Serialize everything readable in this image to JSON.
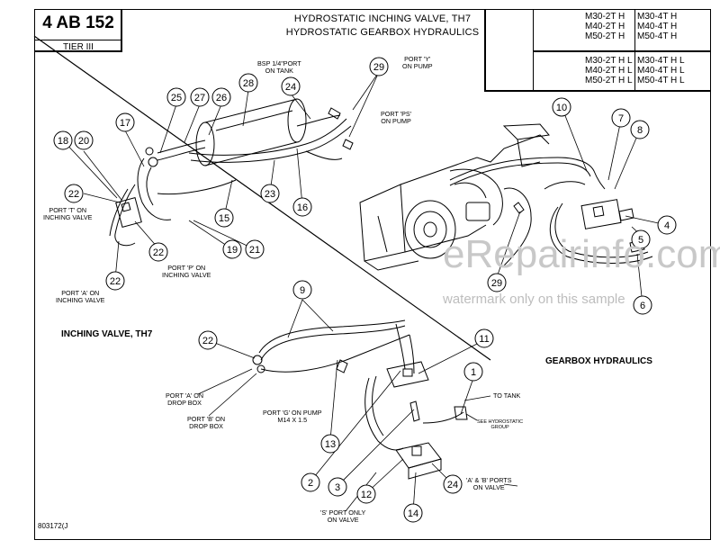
{
  "page": {
    "code": "4 AB 152",
    "tier": "TIER III",
    "title_line1": "HYDROSTATIC INCHING VALVE, TH7",
    "title_line2": "HYDROSTATIC GEARBOX HYDRAULICS",
    "figure_id": "803172(J"
  },
  "models": {
    "upper_left": [
      "M30-2T H",
      "M40-2T H",
      "M50-2T H"
    ],
    "upper_right": [
      "M30-4T H",
      "M40-4T H",
      "M50-4T H"
    ],
    "lower_left": [
      "M30-2T H L",
      "M40-2T H L",
      "M50-2T H L"
    ],
    "lower_right": [
      "M30-4T H L",
      "M40-4T H L",
      "M50-4T H L"
    ]
  },
  "sections": {
    "inching": "INCHING VALVE, TH7",
    "gearbox": "GEARBOX HYDRAULICS"
  },
  "labels": {
    "bsp_tank": [
      "BSP 1/4\"PORT",
      "ON TANK"
    ],
    "port_y": [
      "PORT 'Y'",
      "ON PUMP"
    ],
    "port_ps": [
      "PORT 'PS'",
      "ON PUMP"
    ],
    "port_t": [
      "PORT 'T' ON",
      "INCHING VALVE"
    ],
    "port_p": [
      "PORT 'P' ON",
      "INCHING VALVE"
    ],
    "port_a_inch": [
      "PORT 'A' ON",
      "INCHING VALVE"
    ],
    "port_a_drop": [
      "PORT 'A' ON",
      "DROP BOX"
    ],
    "port_b_drop": [
      "PORT 'B' ON",
      "DROP BOX"
    ],
    "port_g": [
      "PORT 'G' ON PUMP",
      "M14 X 1.5"
    ],
    "to_tank": "TO TANK",
    "see_hydro": [
      "SEE HYDROSTATIC",
      "GROUP"
    ],
    "ports_ab": [
      "'A' & 'B' PORTS",
      "ON VALVE"
    ],
    "port_s": [
      "'S' PORT ONLY",
      "ON VALVE"
    ]
  },
  "watermark": {
    "brand": "eRepairinfo.com",
    "note": "watermark only on this sample"
  },
  "callouts": [
    {
      "n": "25"
    },
    {
      "n": "27"
    },
    {
      "n": "26"
    },
    {
      "n": "28"
    },
    {
      "n": "24"
    },
    {
      "n": "29"
    },
    {
      "n": "17"
    },
    {
      "n": "18"
    },
    {
      "n": "20"
    },
    {
      "n": "22"
    },
    {
      "n": "22"
    },
    {
      "n": "22"
    },
    {
      "n": "15"
    },
    {
      "n": "23"
    },
    {
      "n": "16"
    },
    {
      "n": "19"
    },
    {
      "n": "21"
    },
    {
      "n": "10"
    },
    {
      "n": "7"
    },
    {
      "n": "8"
    },
    {
      "n": "4"
    },
    {
      "n": "5"
    },
    {
      "n": "6"
    },
    {
      "n": "29"
    },
    {
      "n": "9"
    },
    {
      "n": "22"
    },
    {
      "n": "11"
    },
    {
      "n": "1"
    },
    {
      "n": "13"
    },
    {
      "n": "2"
    },
    {
      "n": "3"
    },
    {
      "n": "12"
    },
    {
      "n": "24"
    },
    {
      "n": "14"
    }
  ]
}
